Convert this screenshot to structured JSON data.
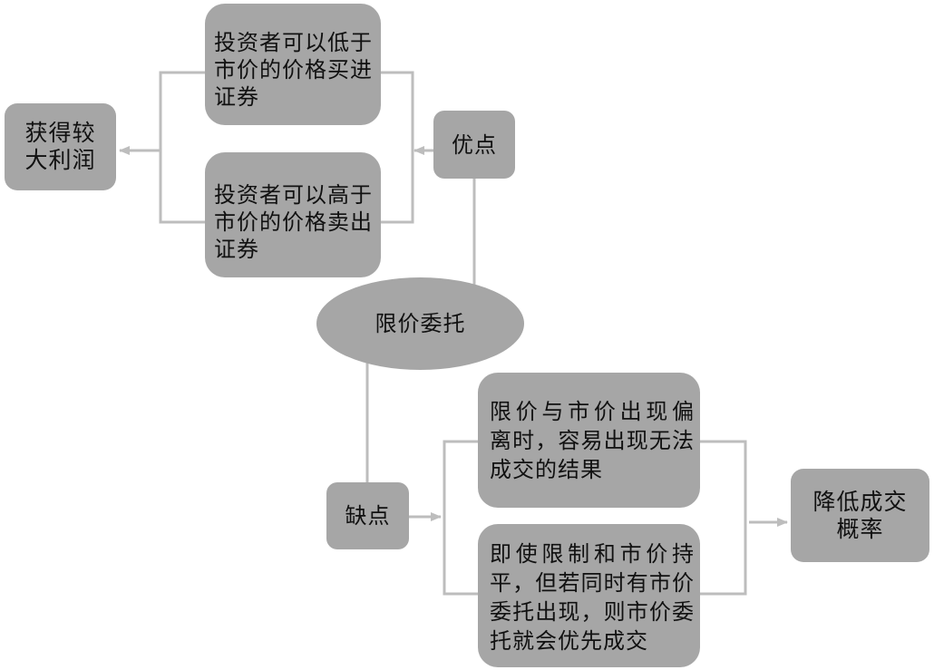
{
  "diagram": {
    "center": "限价委托",
    "advantage": {
      "label": "优点",
      "points": [
        {
          "lines": [
            "投资者可以低于",
            "市价的价格买进",
            "证券"
          ]
        },
        {
          "lines": [
            "投资者可以高于",
            "市价的价格卖出",
            "证券"
          ]
        }
      ],
      "result": {
        "lines": [
          "获得较",
          "大利润"
        ]
      }
    },
    "disadvantage": {
      "label": "缺点",
      "points": [
        {
          "lines": [
            "限价与市价出现偏",
            "离时，容易出现无法",
            "成交的结果"
          ]
        },
        {
          "lines": [
            "即使限制和市价持",
            "平，但若同时有市价",
            "委托出现，则市价委",
            "托就会优先成交"
          ]
        }
      ],
      "result": {
        "lines": [
          "降低成交",
          "概率"
        ]
      }
    }
  },
  "colors": {
    "node_fill": "#a6a6a6",
    "connector": "#bdbdbd",
    "text": "#111111",
    "background": "#ffffff"
  }
}
